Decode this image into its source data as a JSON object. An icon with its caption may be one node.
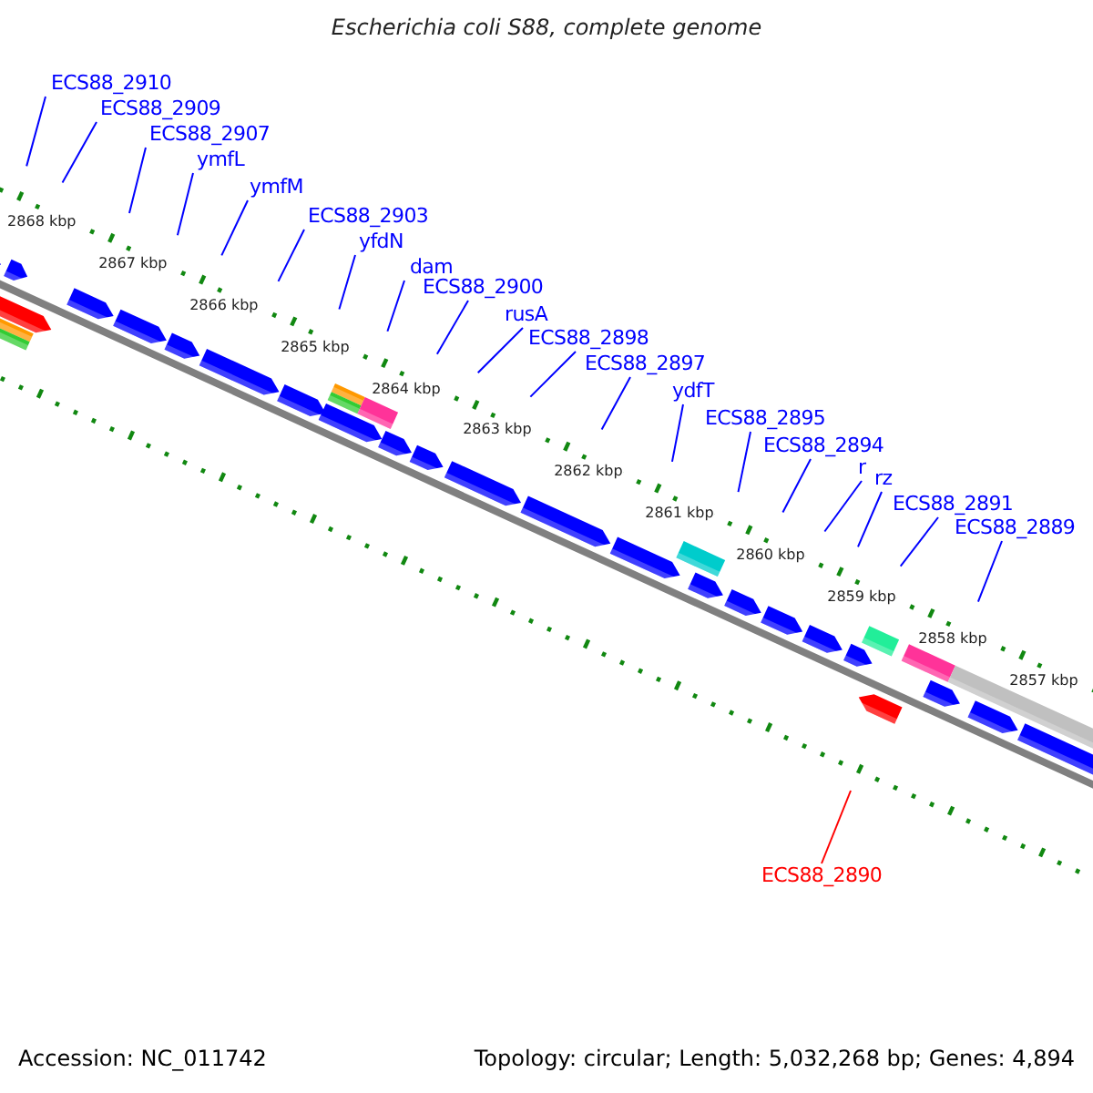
{
  "diagram": {
    "title": "Escherichia coli S88, complete genome",
    "nodes": [
      {
        "text": [
          "ECS88_2910"
        ]
      },
      {
        "text": [
          "ECS88_2909"
        ]
      },
      {
        "text": [
          "ECS88_2907"
        ]
      },
      {
        "text": [
          "ymfL"
        ]
      },
      {
        "text": [
          "ymfM"
        ]
      },
      {
        "text": [
          "ECS88_2903"
        ]
      },
      {
        "text": [
          "yfdN"
        ]
      },
      {
        "text": [
          "dam"
        ]
      },
      {
        "text": [
          "ECS88_2900"
        ]
      },
      {
        "text": [
          "rusA"
        ]
      },
      {
        "text": [
          "ECS88_2898"
        ]
      },
      {
        "text": [
          "ECS88_2897"
        ]
      },
      {
        "text": [
          "ydfT"
        ]
      },
      {
        "text": [
          "ECS88_2895"
        ]
      },
      {
        "text": [
          "ECS88_2894"
        ]
      },
      {
        "text": [
          "r"
        ]
      },
      {
        "text": [
          "rz"
        ]
      },
      {
        "text": [
          "ECS88_2891"
        ]
      },
      {
        "text": [
          "ECS88_2889"
        ]
      },
      {
        "text": [
          "ECS88_2890"
        ]
      }
    ],
    "edges": [
      {
        "from": 0,
        "to": null,
        "arrow": "none"
      },
      {
        "from": 1,
        "to": null,
        "arrow": "none"
      },
      {
        "from": 2,
        "to": null,
        "arrow": "none"
      },
      {
        "from": 3,
        "to": null,
        "arrow": "none"
      },
      {
        "from": 4,
        "to": null,
        "arrow": "none"
      },
      {
        "from": 5,
        "to": null,
        "arrow": "none"
      },
      {
        "from": 6,
        "to": null,
        "arrow": "none"
      },
      {
        "from": 7,
        "to": null,
        "arrow": "none"
      },
      {
        "from": 8,
        "to": null,
        "arrow": "none"
      },
      {
        "from": 9,
        "to": null,
        "arrow": "none"
      },
      {
        "from": 10,
        "to": null,
        "arrow": "none"
      },
      {
        "from": 11,
        "to": null,
        "arrow": "none"
      },
      {
        "from": 12,
        "to": null,
        "arrow": "none"
      },
      {
        "from": 13,
        "to": null,
        "arrow": "none"
      },
      {
        "from": 14,
        "to": null,
        "arrow": "none"
      },
      {
        "from": 15,
        "to": null,
        "arrow": "none"
      },
      {
        "from": 16,
        "to": null,
        "arrow": "none"
      },
      {
        "from": 17,
        "to": null,
        "arrow": "none"
      },
      {
        "from": 18,
        "to": null,
        "arrow": "none"
      },
      {
        "from": 19,
        "to": null,
        "arrow": "none",
        "color": "#ff0000"
      }
    ],
    "labels": [
      "2868 kbp",
      "2867 kbp",
      "2866 kbp",
      "2865 kbp",
      "2864 kbp",
      "2863 kbp",
      "2862 kbp",
      "2861 kbp",
      "2860 kbp",
      "2859 kbp",
      "2858 kbp",
      "2857 kbp",
      "Accession: NC_011742",
      "Topology: circular; Length: 5,032,268 bp; Genes: 4,894"
    ]
  }
}
